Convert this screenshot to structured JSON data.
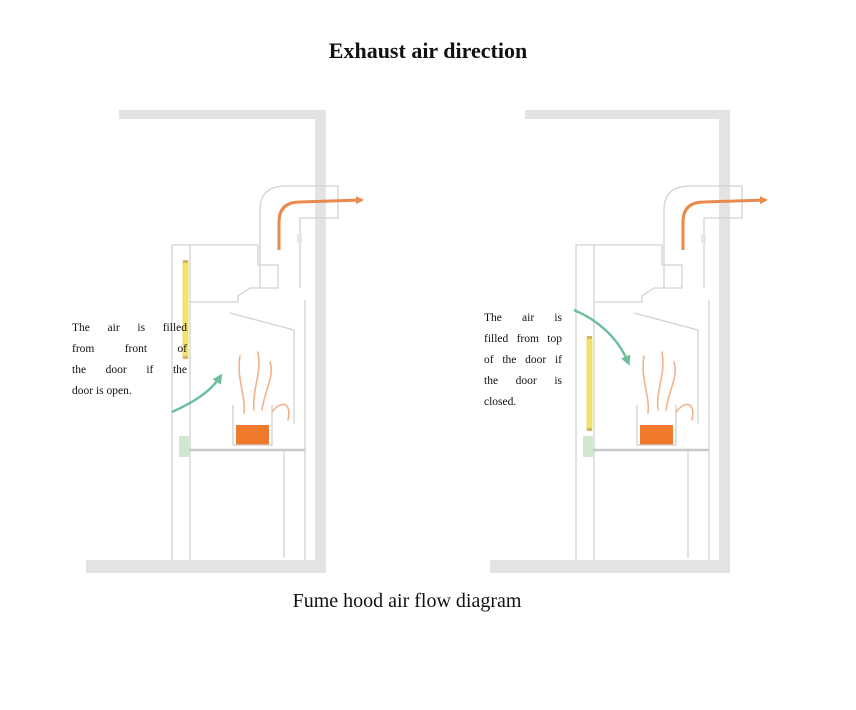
{
  "title": "Exhaust air direction",
  "caption": "Fume hood air flow diagram",
  "colors": {
    "wall": "#e3e3e3",
    "outline": "#d2d2d2",
    "arrow_exhaust": "#e98a4c",
    "arrow_intake": "#6dbf9c",
    "liquid": "#f07a2c",
    "sash": "#f2e46c",
    "vapor": "#f0b48c",
    "handle": "#cfe6cf"
  },
  "diagrams": [
    {
      "id": "door-open",
      "note_lines": [
        "The air is filled",
        "from front of",
        "the door if the",
        "door is open."
      ]
    },
    {
      "id": "door-closed",
      "note_lines": [
        "The air is",
        "filled from top",
        "of the door if",
        "the door is",
        "closed."
      ]
    }
  ]
}
